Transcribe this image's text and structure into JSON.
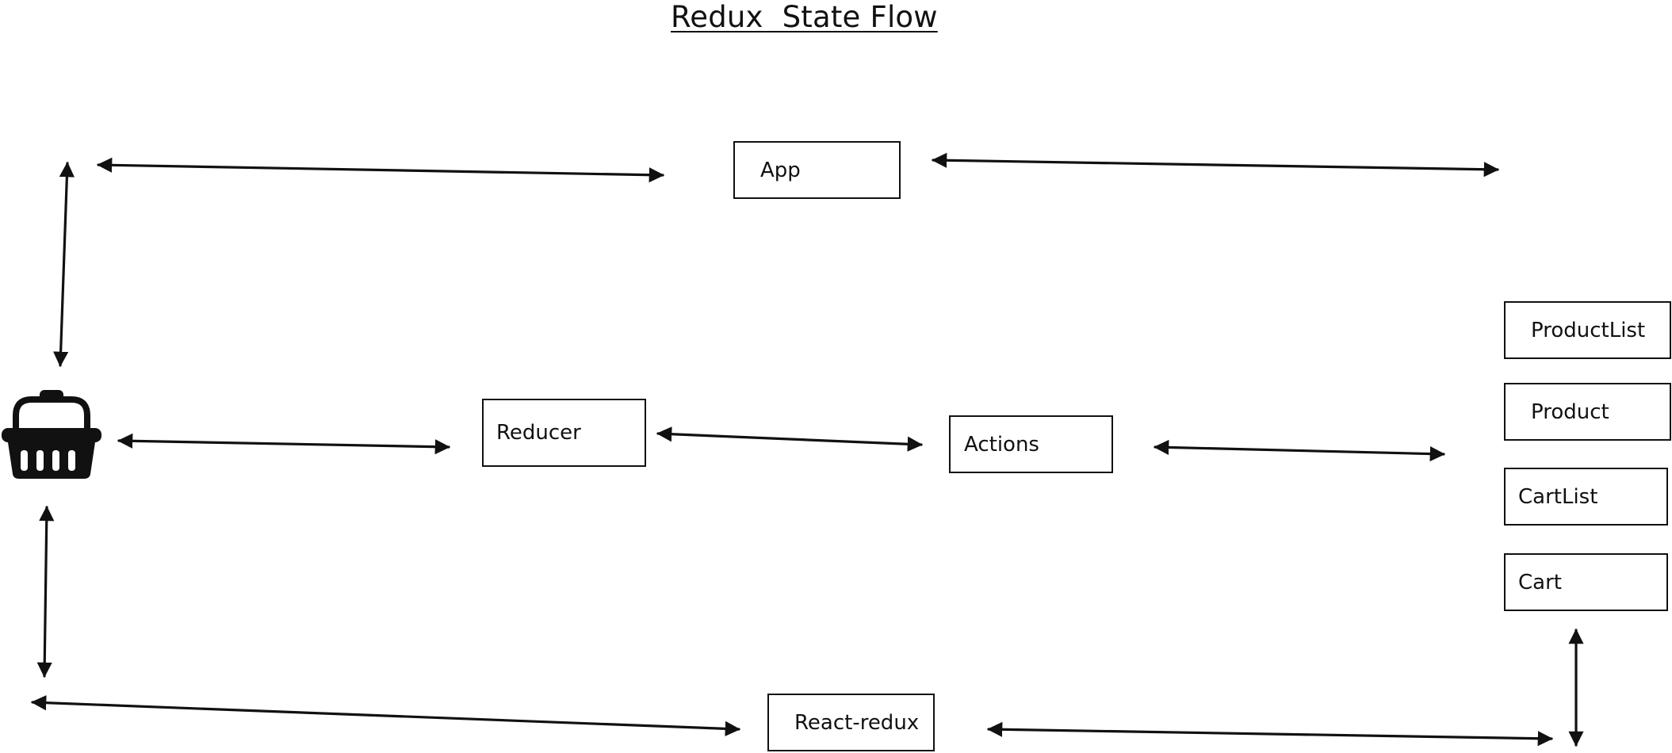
{
  "diagram": {
    "title": "Redux  State Flow",
    "nodes": {
      "app": "App",
      "reducer": "Reducer",
      "actions": "Actions",
      "react_redux": "React-redux",
      "product_list": "ProductList",
      "product": "Product",
      "cart_list": "CartList",
      "cart": "Cart"
    },
    "icons": {
      "store": "shopping-basket-icon"
    },
    "colors": {
      "stroke": "#111111",
      "background": "#ffffff"
    }
  }
}
